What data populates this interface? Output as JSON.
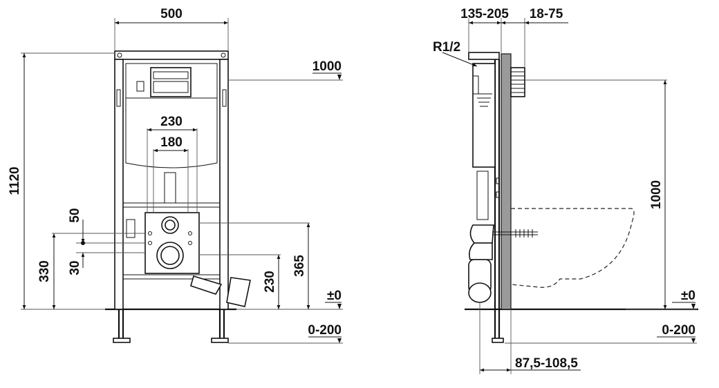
{
  "front_view": {
    "width": "500",
    "height": "1120",
    "flush_plate_height": "1000",
    "outer_spacing": "230",
    "inner_spacing": "180",
    "offset_upper": "50",
    "offset_lower": "30",
    "connection_height": "330",
    "drain_height": "230",
    "waste_height": "365",
    "floor_level": "±0",
    "foot_adjust": "0-200"
  },
  "side_view": {
    "cistern_depth": "135-205",
    "wall_depth": "18-75",
    "inlet": "R1/2",
    "bowl_height": "1000",
    "floor_level": "±0",
    "foot_adjust": "0-200",
    "base_depth": "87,5-108,5"
  }
}
